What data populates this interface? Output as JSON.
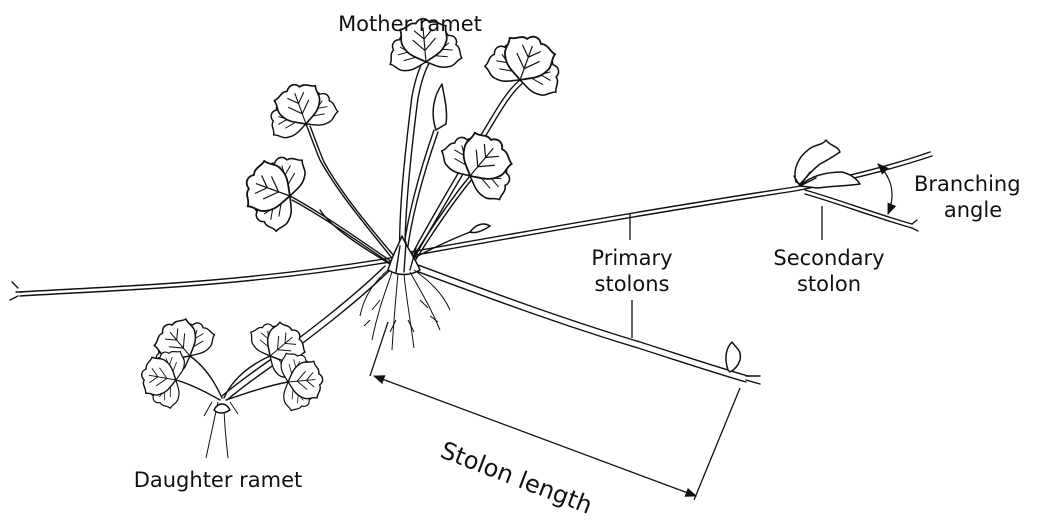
{
  "labels": {
    "mother_ramet": "Mother ramet",
    "primary_stolons_1": "Primary",
    "primary_stolons_2": "stolons",
    "secondary_stolon_1": "Secondary",
    "secondary_stolon_2": "stolon",
    "branching_angle_1": "Branching",
    "branching_angle_2": "angle",
    "stolon_length": "Stolon length",
    "daughter_ramet": "Daughter ramet"
  },
  "colors": {
    "ink": "#111111",
    "background": "#ffffff"
  }
}
